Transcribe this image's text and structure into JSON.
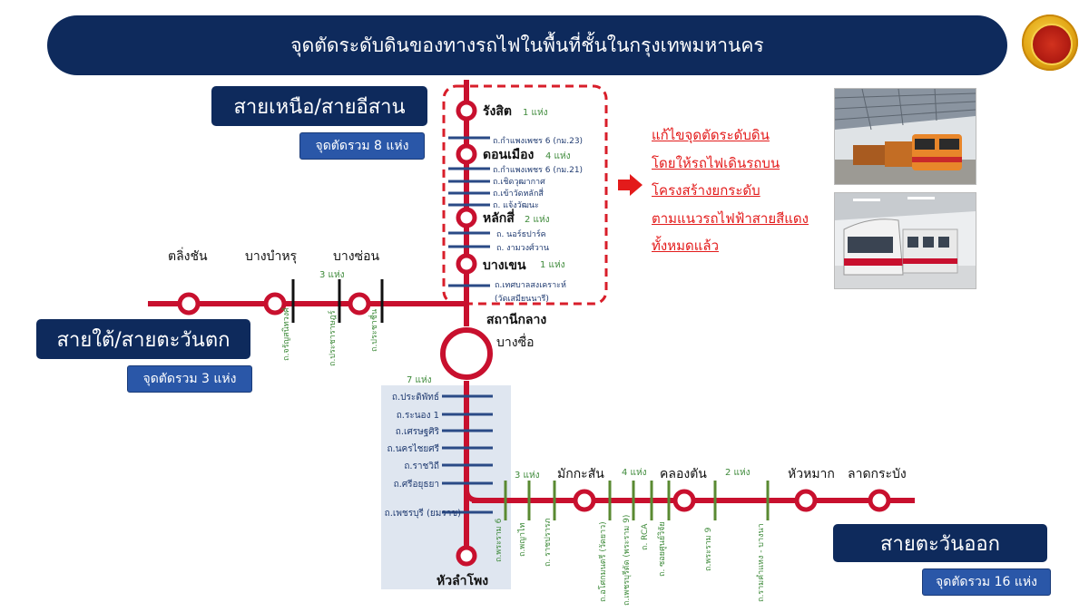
{
  "title": "จุดตัดระดับดินของทางรถไฟในพื้นที่ชั้นในกรุงเทพมหานคร",
  "regions": {
    "north": {
      "name": "สายเหนือ/สายอีสาน",
      "count": "จุดตัดรวม 8 แห่ง"
    },
    "south": {
      "name": "สายใต้/สายตะวันตก",
      "count": "จุดตัดรวม 3 แห่ง"
    },
    "east": {
      "name": "สายตะวันออก",
      "count": "จุดตัดรวม 16 แห่ง"
    }
  },
  "note_lines": [
    "แก้ไขจุดตัดระดับดิน",
    "โดยให้รถไฟเดินรถบน",
    "โครงสร้างยกระดับ",
    "ตามแนวรถไฟฟ้าสายสีแดง",
    "ทั้งหมดแล้ว"
  ],
  "stations": {
    "rangsit": "รังสิต",
    "donmueang": "ดอนเมือง",
    "laksi": "หลักสี่",
    "bangkhen": "บางเขน",
    "bangsue_1": "สถานีกลาง",
    "bangsue_2": "บางซื่อ",
    "talingchan": "ตลิ่งชัน",
    "bangbamru": "บางบำหรุ",
    "bangson": "บางซ่อน",
    "hualamphong": "หัวลำโพง",
    "makkasan": "มักกะสัน",
    "khlongtan": "คลองตัน",
    "huamak": "หัวหมาก",
    "latkrabang": "ลาดกระบัง"
  },
  "segment_counts": {
    "rangsit_seg": "1 แห่ง",
    "donmueang_seg": "4 แห่ง",
    "laksi_seg": "2 แห่ง",
    "bangkhen_seg": "1 แห่ง",
    "south_seg": "3 แห่ง",
    "central_seg": "7 แห่ง",
    "east_seg1": "3 แห่ง",
    "east_seg2": "4 แห่ง",
    "east_seg3": "2 แห่ง"
  },
  "north_crossings": [
    "ถ.กำแพงเพชร 6 (กม.23)",
    "ถ.กำแพงเพชร 6 (กม.21)",
    "ถ.เชิดวุฒากาศ",
    "ถ.เข้าวัดหลักสี่",
    "ถ. แจ้งวัฒนะ",
    "ถ. นอร์ธปาร์ค",
    "ถ. งามวงศ์วาน",
    "ถ.เทศบาลสงเคราะห์",
    "(วัดเสมียนนารี)"
  ],
  "south_crossings": [
    "ถ.จรัญสนิทวงศ์",
    "ถ.ประชาราษฎร์",
    "ถ.ประชาชื่น"
  ],
  "central_crossings": [
    "ถ.ประดิพัทธ์",
    "ถ.ระนอง 1",
    "ถ.เศรษฐศิริ",
    "ถ.นครไชยศรี",
    "ถ.ราชวิถี",
    "ถ.ศรีอยุธยา",
    "ถ.เพชรบุรี (ยมราช)"
  ],
  "east_crossings": [
    "ถ.พระราม 6",
    "ถ.พญาไท",
    "ถ. ราชปรารภ",
    "ถ.อโศกมนตรี (วัดยาว)",
    "ถ.เพชรบุรีตัด (พระราม 9)",
    "ถ. RCA",
    "ถ. ซอยศูนย์วิจัย",
    "ถ.พระราม 9",
    "ถ.รามคำแหง - บางนา"
  ],
  "colors": {
    "navy": "#0e2a5c",
    "rail_red": "#c8102e",
    "crossing_blue": "#2a4a86",
    "crossing_green": "#5a8a32",
    "note_red": "#e31b1b"
  }
}
